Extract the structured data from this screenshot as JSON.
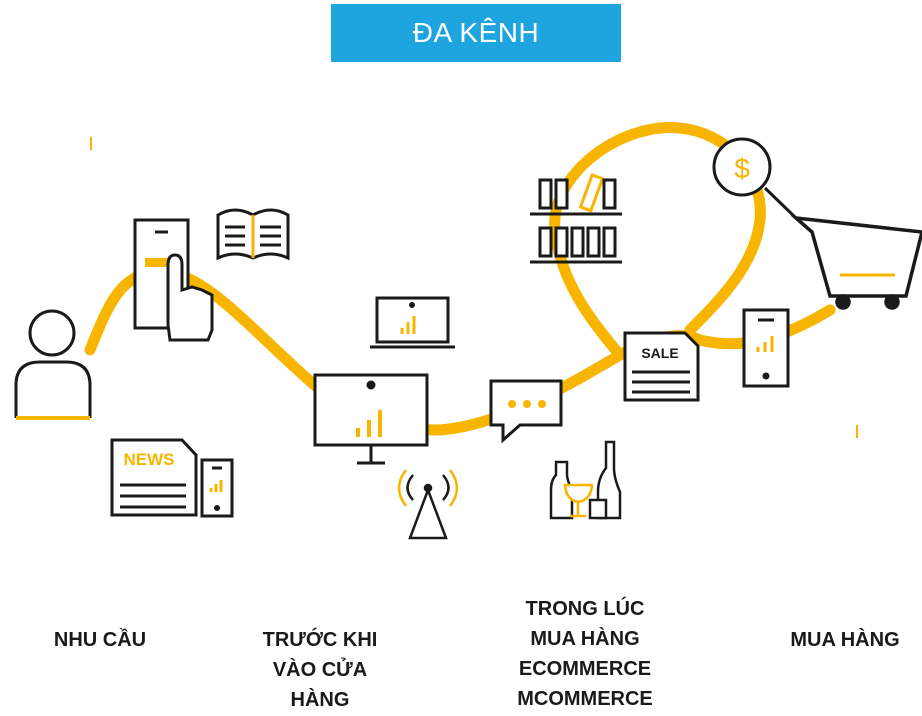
{
  "header": {
    "title": "ĐA KÊNH"
  },
  "icons": {
    "news_label": "NEWS",
    "sale_label": "SALE",
    "dollar_sign": "$"
  },
  "colors": {
    "accent": "#f7b500",
    "title_bg": "#1ea5e0",
    "line": "#1a1a1a"
  },
  "stages": [
    {
      "lines": [
        "NHU CẦU"
      ]
    },
    {
      "lines": [
        "TRƯỚC KHI",
        "VÀO CỬA",
        "HÀNG"
      ]
    },
    {
      "lines": [
        "TRONG LÚC",
        "MUA HÀNG",
        "ECOMMERCE",
        "MCOMMERCE"
      ]
    },
    {
      "lines": [
        "MUA HÀNG"
      ]
    }
  ]
}
